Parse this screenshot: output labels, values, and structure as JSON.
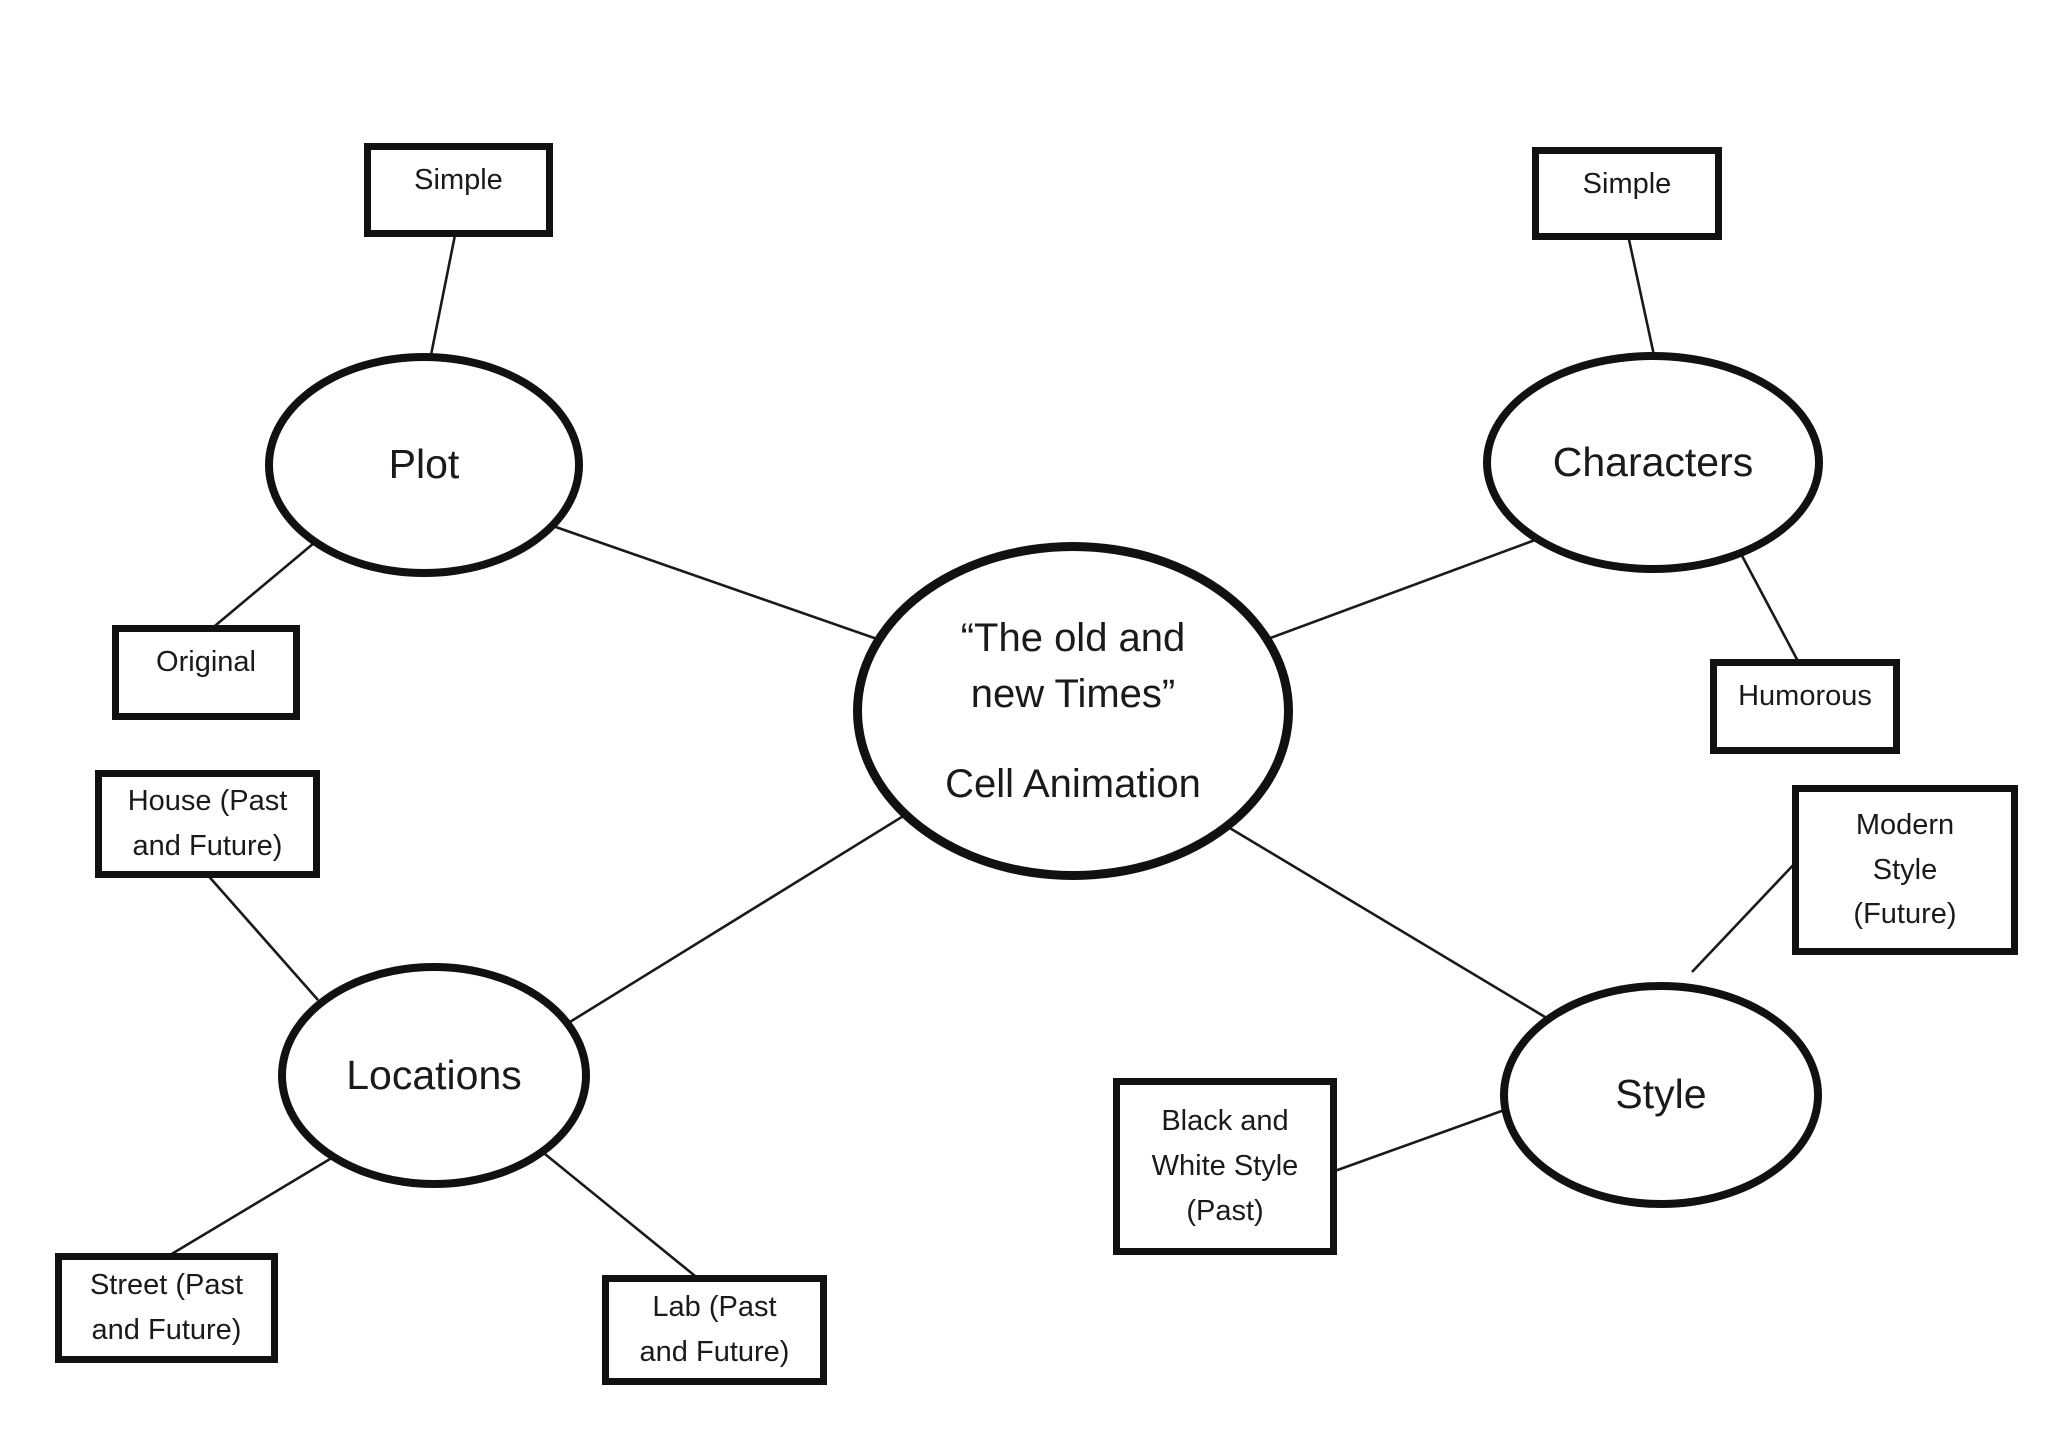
{
  "diagram": {
    "center_node": {
      "title": "“The old and\nnew Times”",
      "subtitle": "Cell Animation"
    },
    "branches": {
      "plot": {
        "label": "Plot",
        "children": {
          "simple": "Simple",
          "original": "Original"
        }
      },
      "characters": {
        "label": "Characters",
        "children": {
          "simple": "Simple",
          "humorous": "Humorous"
        }
      },
      "locations": {
        "label": "Locations",
        "children": {
          "house": "House (Past\nand Future)",
          "street": "Street (Past\nand Future)",
          "lab": "Lab (Past\nand Future)"
        }
      },
      "style": {
        "label": "Style",
        "children": {
          "modern": "Modern\nStyle\n(Future)",
          "black_white": "Black and\nWhite Style\n(Past)"
        }
      }
    },
    "colors": {
      "stroke": "#111111",
      "line": "#1a1a1a",
      "background": "#ffffff",
      "text": "#1a1a1a"
    }
  }
}
